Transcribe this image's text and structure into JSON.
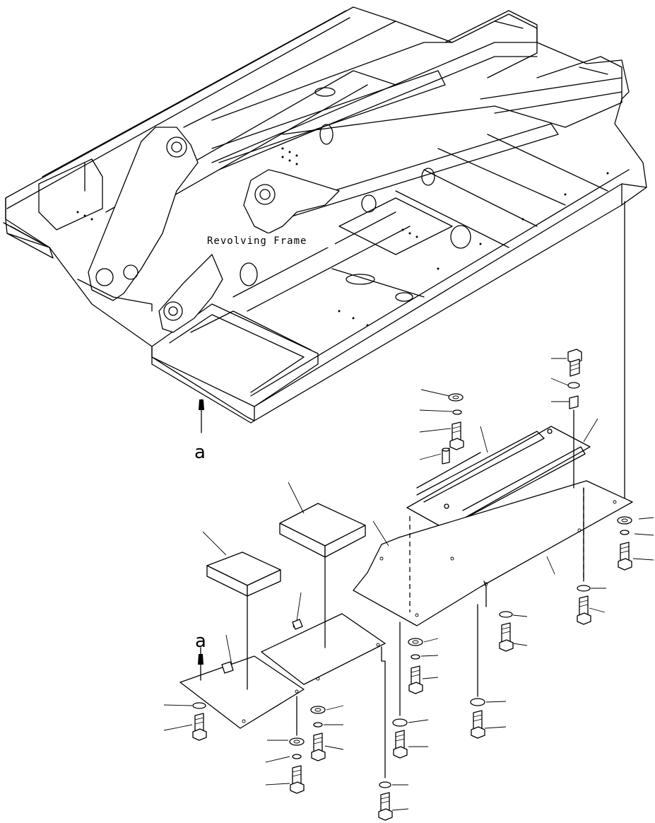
{
  "diagram": {
    "frame_label": "Revolving Frame",
    "ref_marker_top": "a",
    "ref_marker_bottom": "a"
  }
}
